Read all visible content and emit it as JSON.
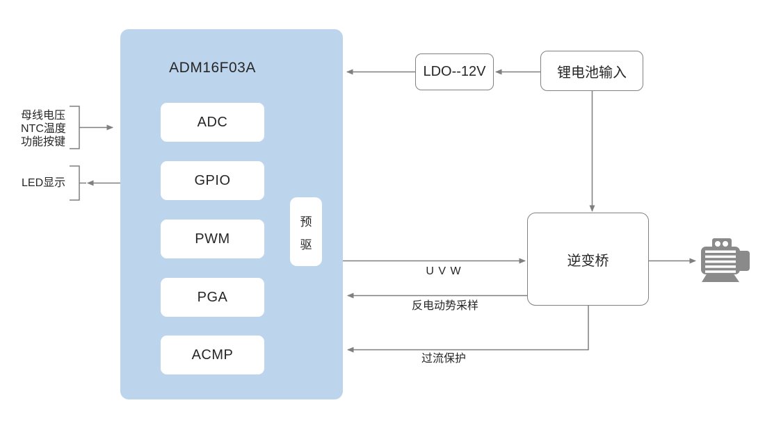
{
  "colors": {
    "mcu-fill": "#bcd4ec",
    "wire": "#7f7f7f",
    "box-border": "#808080",
    "text": "#262626",
    "motor": "#8a8a8a"
  },
  "mcu": {
    "title": "ADM16F03A",
    "modules": [
      "ADC",
      "GPIO",
      "PWM",
      "PGA",
      "ACMP"
    ],
    "predriver": [
      "预",
      "驱"
    ]
  },
  "blocks": {
    "ldo": "LDO--12V",
    "battery": "锂电池输入",
    "inverter": "逆变桥"
  },
  "left_labels": {
    "adc_inputs": [
      "母线电压",
      "NTC温度",
      "功能按键"
    ],
    "led": "LED显示"
  },
  "signal_labels": {
    "uvw": "U V W",
    "back_emf": "反电动势采样",
    "overcurrent": "过流保护"
  },
  "icons": {
    "motor": "motor-icon"
  }
}
